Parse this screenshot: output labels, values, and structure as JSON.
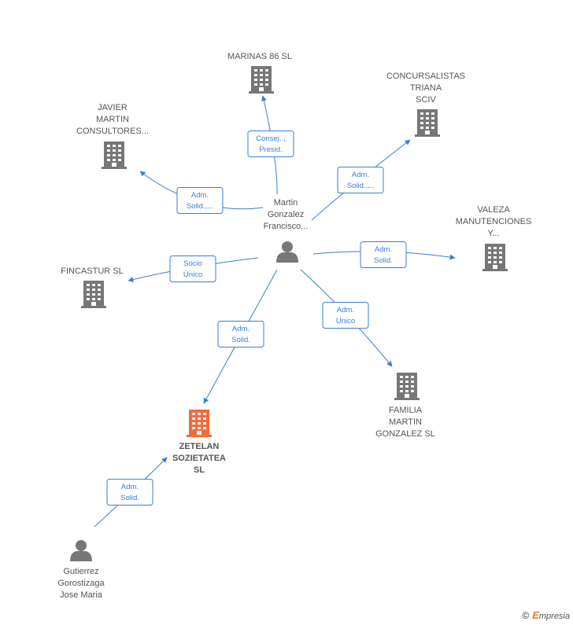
{
  "colors": {
    "company": "#777777",
    "main_company": "#f26b3a",
    "person": "#777777",
    "edge": "#3a7dd6"
  },
  "nodes": [
    {
      "id": "martin",
      "kind": "person",
      "label": [
        "Martin",
        "Gonzalez",
        "Francisco..."
      ]
    },
    {
      "id": "gutierrez",
      "kind": "person",
      "label": [
        "Gutierrez",
        "Gorostizaga",
        "Jose Maria"
      ]
    },
    {
      "id": "marinas",
      "kind": "company",
      "label": [
        "MARINAS 86 SL"
      ]
    },
    {
      "id": "concursalistas",
      "kind": "company",
      "label": [
        "CONCURSALISTAS",
        "TRIANA",
        "SCIV"
      ]
    },
    {
      "id": "javier",
      "kind": "company",
      "label": [
        "JAVIER",
        "MARTIN",
        "CONSULTORES..."
      ]
    },
    {
      "id": "valeza",
      "kind": "company",
      "label": [
        "VALEZA",
        "MANUTENCIONES",
        "Y..."
      ]
    },
    {
      "id": "fincastur",
      "kind": "company",
      "label": [
        "FINCASTUR  SL"
      ]
    },
    {
      "id": "familia",
      "kind": "company",
      "label": [
        "FAMILIA",
        "MARTIN",
        "GONZALEZ SL"
      ]
    },
    {
      "id": "zetelan",
      "kind": "main",
      "label": [
        "ZETELAN",
        "SOZIETATEA",
        "SL"
      ]
    }
  ],
  "edges": [
    {
      "from": "martin",
      "to": "marinas",
      "label": [
        "Consej. ,",
        "Presid."
      ]
    },
    {
      "from": "martin",
      "to": "concursalistas",
      "label": [
        "Adm.",
        "Solid.,..."
      ]
    },
    {
      "from": "martin",
      "to": "javier",
      "label": [
        "Adm.",
        "Solid.,..."
      ]
    },
    {
      "from": "martin",
      "to": "valeza",
      "label": [
        "Adm.",
        "Solid."
      ]
    },
    {
      "from": "martin",
      "to": "fincastur",
      "label": [
        "Socio",
        "Único"
      ]
    },
    {
      "from": "martin",
      "to": "familia",
      "label": [
        "Adm.",
        "Unico"
      ]
    },
    {
      "from": "martin",
      "to": "zetelan",
      "label": [
        "Adm.",
        "Solid."
      ]
    },
    {
      "from": "gutierrez",
      "to": "zetelan",
      "label": [
        "Adm.",
        "Solid."
      ]
    }
  ],
  "brand": {
    "copyright": "©",
    "initial": "E",
    "rest": "mpresia"
  }
}
